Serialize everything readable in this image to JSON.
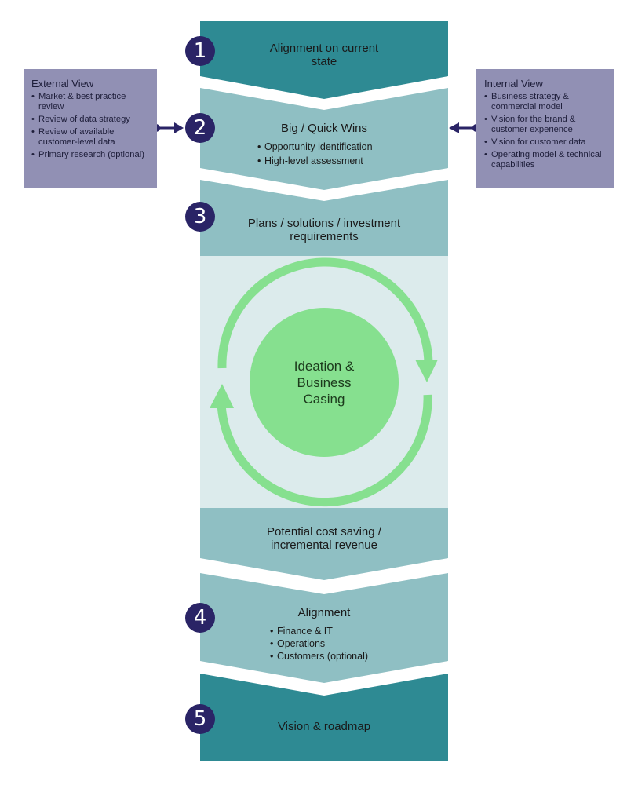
{
  "colors": {
    "dark_teal": "#2e8a93",
    "light_teal": "#8fbfc3",
    "pale_teal": "#dcebec",
    "green": "#86e08f",
    "navy": "#2a2466",
    "lavender": "#9190b4"
  },
  "steps": {
    "s1": {
      "number": "1",
      "title": "Alignment on current state"
    },
    "s2": {
      "number": "2",
      "title": "Big / Quick Wins",
      "bullets": [
        "Opportunity identification",
        "High-level assessment"
      ]
    },
    "s3": {
      "number": "3",
      "title": "Plans / solutions / investment requirements"
    },
    "s4": {
      "number": "4",
      "title": "Alignment",
      "bullets": [
        "Finance & IT",
        "Operations",
        "Customers (optional)"
      ]
    },
    "s5": {
      "number": "5",
      "title": "Vision & roadmap"
    }
  },
  "cycle": {
    "center_label": "Ideation & Business Casing"
  },
  "potential": {
    "title": "Potential cost saving / incremental revenue"
  },
  "external_view": {
    "title": "External View",
    "items": [
      "Market & best practice review",
      "Review of data strategy",
      "Review of available customer-level data",
      "Primary research (optional)"
    ]
  },
  "internal_view": {
    "title": "Internal View",
    "items": [
      "Business strategy & commercial model",
      "Vision for the brand & customer experience",
      "Vision for customer data",
      "Operating model & technical capabilities"
    ]
  }
}
